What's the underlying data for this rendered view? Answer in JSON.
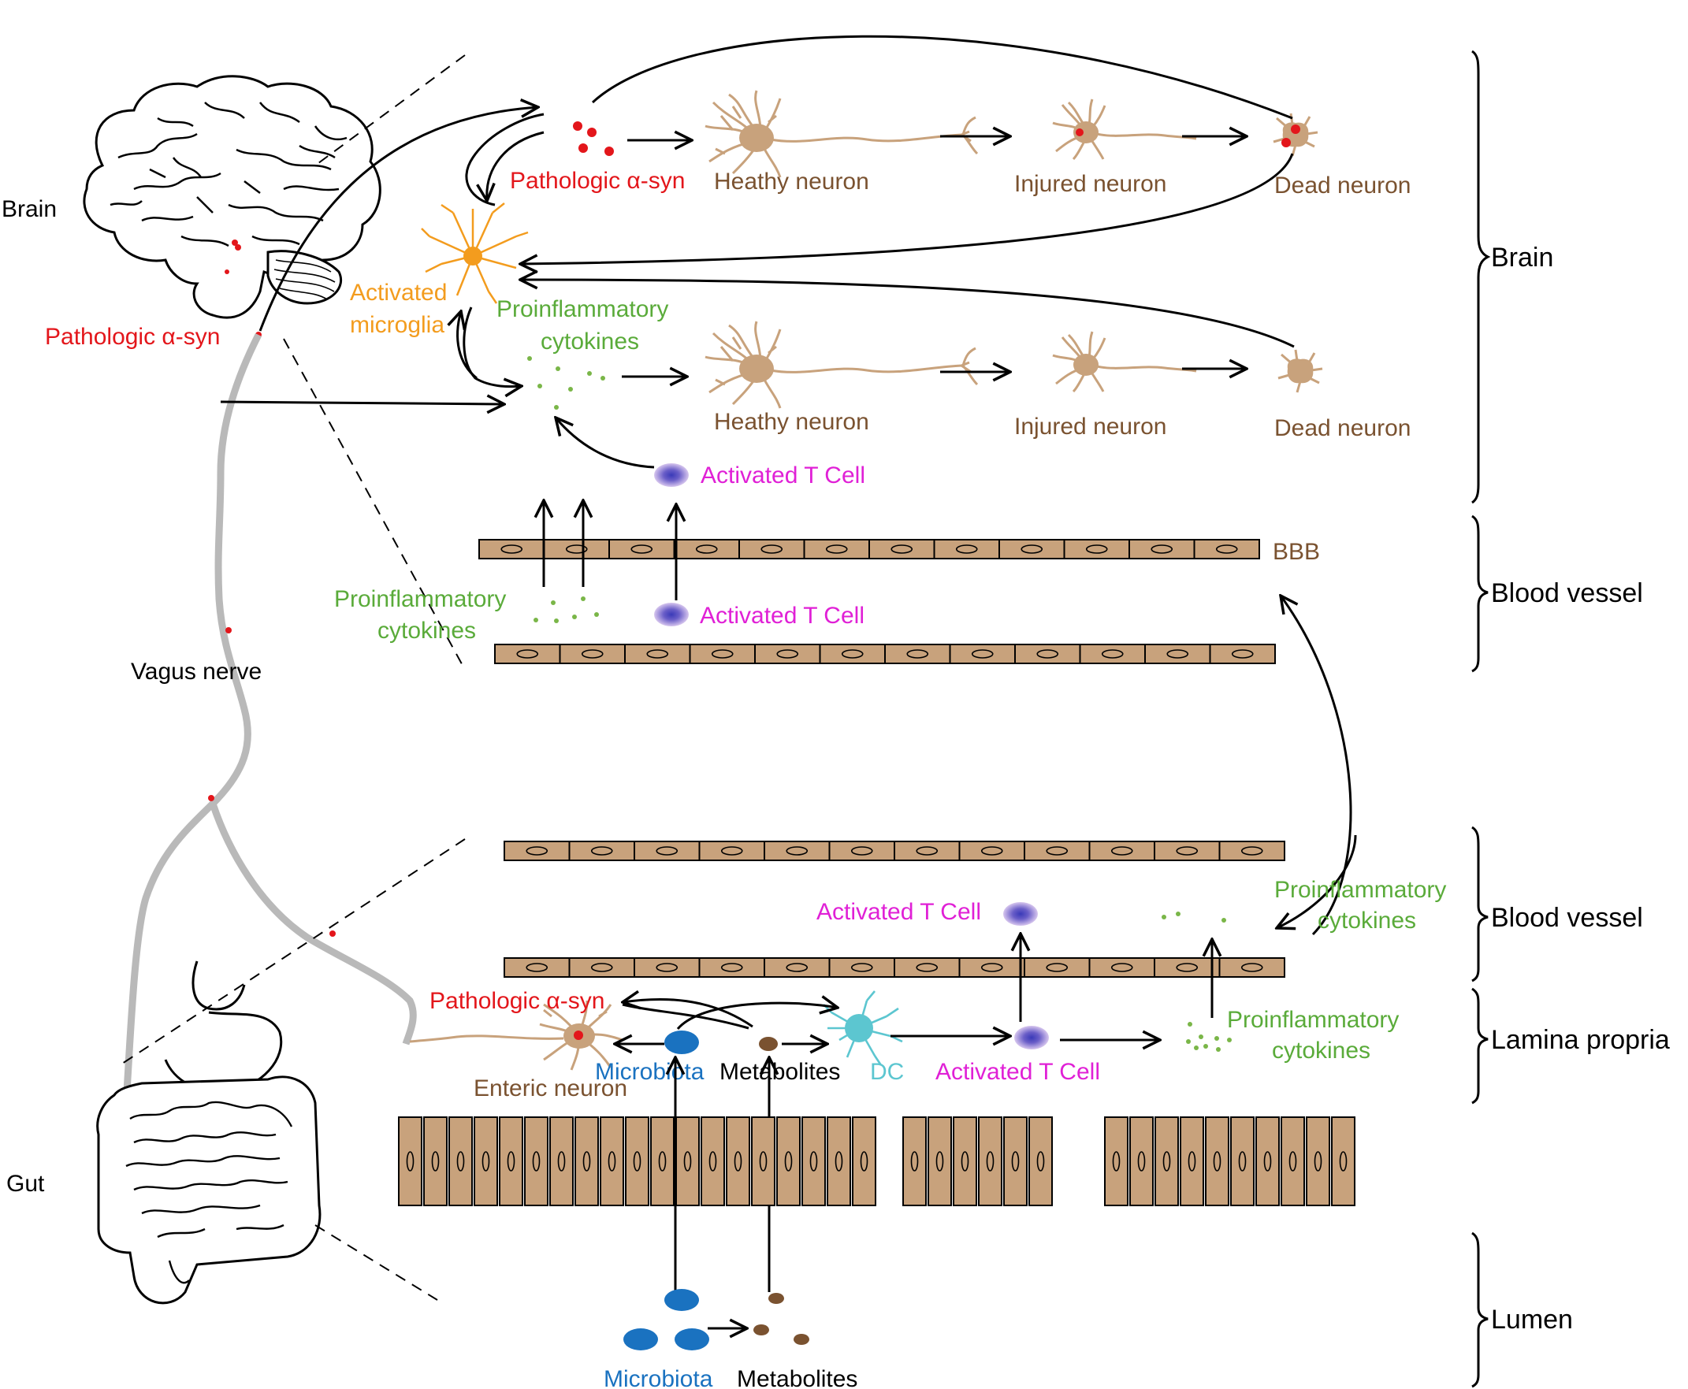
{
  "colors": {
    "red": "#e3161b",
    "brown": "#7a5230",
    "cell": "#c8a27c",
    "orange": "#f39c1e",
    "green": "#5aab3a",
    "magenta": "#e020d6",
    "blue": "#1a72c0",
    "cyan": "#5cc6d0",
    "gray": "#b9b9b9",
    "black": "#000000"
  },
  "left": {
    "brain": "Brain",
    "gut": "Gut",
    "vagus_nerve": "Vagus nerve",
    "pathologic_syn": "Pathologic α-syn"
  },
  "sections": {
    "brain": "Brain",
    "blood_vessel_top": "Blood vessel",
    "blood_vessel_bottom": "Blood vessel",
    "lamina_propria": "Lamina propria",
    "lumen": "Lumen"
  },
  "brain_region": {
    "pathologic_syn": "Pathologic α-syn",
    "activated": "Activated",
    "microglia": "microglia",
    "proinflammatory": "Proinflammatory",
    "cytokines": "cytokines",
    "healthy_neuron_1": "Heathy neuron",
    "injured_neuron_1": "Injured neuron",
    "dead_neuron_1": "Dead neuron",
    "healthy_neuron_2": "Heathy neuron",
    "injured_neuron_2": "Injured neuron",
    "dead_neuron_2": "Dead neuron",
    "activated_t_cell": "Activated T Cell"
  },
  "blood_vessel_top": {
    "bbb": "BBB",
    "proinflammatory": "Proinflammatory",
    "cytokines": "cytokines",
    "activated_t_cell": "Activated T Cell"
  },
  "blood_vessel_bottom": {
    "activated_t_cell": "Activated T Cell",
    "proinflammatory": "Proinflammatory",
    "cytokines": "cytokines"
  },
  "lamina_propria": {
    "pathologic_syn": "Pathologic α-syn",
    "enteric_neuron": "Enteric neuron",
    "microbiota": "Microbiota",
    "metabolites": "Metabolites",
    "dc": "DC",
    "activated_t_cell": "Activated T Cell",
    "proinflammatory": "Proinflammatory",
    "cytokines": "cytokines"
  },
  "lumen": {
    "microbiota": "Microbiota",
    "metabolites": "Metabolites"
  }
}
